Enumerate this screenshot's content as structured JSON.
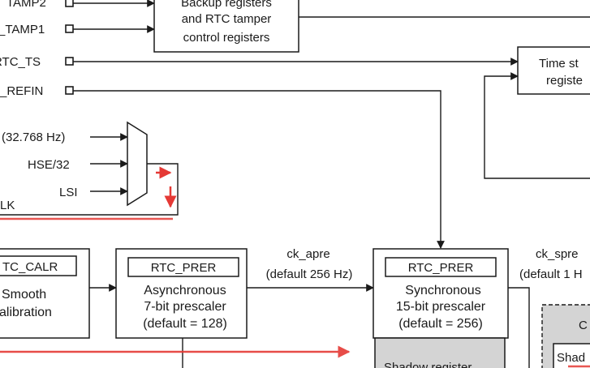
{
  "pins": {
    "tamp2": "TAMP2",
    "tamp1": "_TAMP1",
    "rtc_ts": "RTC_TS",
    "refin": "_REFIN"
  },
  "backup_block": {
    "line1": "Backup registers",
    "line2": "and RTC tamper",
    "line3": "control registers"
  },
  "timestamp_block": {
    "line1": "Time st",
    "line2": "registe"
  },
  "clock_sources": {
    "lse": "(32.768 Hz)",
    "hse": "HSE/32",
    "lsi": "LSI",
    "clk": "LK"
  },
  "calr_block": {
    "reg": "TC_CALR",
    "line1": "Smooth",
    "line2": "alibration"
  },
  "async_block": {
    "reg": "RTC_PRER",
    "line1": "Asynchronous",
    "line2": "7-bit prescaler",
    "line3": "(default = 128)"
  },
  "ck_apre": {
    "name": "ck_apre",
    "freq": "(default 256 Hz)"
  },
  "sync_block": {
    "reg": "RTC_PRER",
    "line1": "Synchronous",
    "line2": "15-bit prescaler",
    "line3": "(default = 256)"
  },
  "ck_spre": {
    "name": "ck_spre",
    "freq": "(default 1 H"
  },
  "shadow": {
    "label": "Shadow register",
    "right_c": "C",
    "right_shad": "Shad"
  },
  "colors": {
    "line": "#1a1a1a",
    "red_annotation": "#e53935",
    "shadow_fill": "#d4d4d4"
  }
}
